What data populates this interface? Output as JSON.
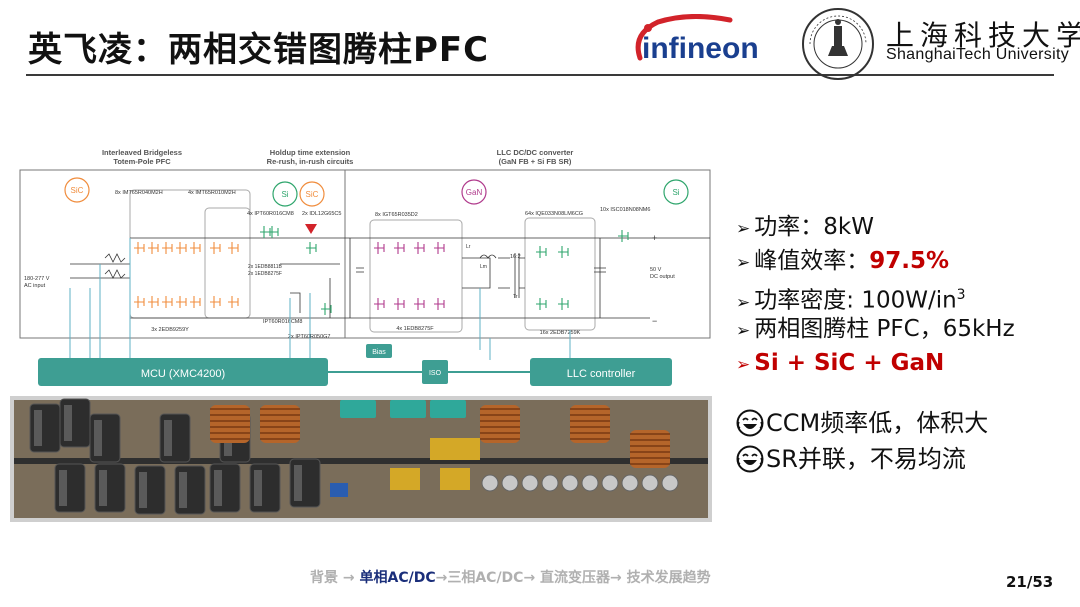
{
  "title": "英飞凌：两相交错图腾柱PFC",
  "header": {
    "infineon_logo_text": "infineon",
    "university_cn": "上海科技大学",
    "university_en": "ShanghaiTech University",
    "seal_name": "university-seal"
  },
  "bullets": [
    {
      "label": "功率：",
      "value": "8kW"
    },
    {
      "label": "峰值效率：",
      "value": "97.5%"
    },
    {
      "label": "功率密度: ",
      "value": "100W/in",
      "sup": "3"
    },
    {
      "label": "两相图腾柱 PFC，65kHz",
      "value": ""
    },
    {
      "label": "Si + SiC + GaN",
      "value": ""
    }
  ],
  "notes": [
    "CCM频率低，体积大",
    "SR并联，不易均流"
  ],
  "footer": {
    "prefix": "背景 → ",
    "current": "单相AC/DC",
    "suffix": "→三相AC/DC→ 直流变压器→ 技术发展趋势"
  },
  "page_number": "21/53",
  "colors": {
    "accent_red": "#c00000",
    "teal": "#3e9e93",
    "orange": "#f08c3c",
    "green": "#2ea56c",
    "magenta": "#b03a8c"
  },
  "figure": {
    "pfc_heading_1": "Interleaved Bridgeless",
    "pfc_heading_2": "Totem-Pole PFC",
    "holdup_heading_1": "Holdup time extension",
    "holdup_heading_2": "Re-rush, in-rush circuits",
    "llc_heading_1": "LLC DC/DC converter",
    "llc_heading_2": "(GaN FB + Si FB SR)",
    "badge_sic": "SiC",
    "badge_si": "Si",
    "badge_gan": "GaN",
    "lbl_8x": "8x IMT65R040M2H",
    "lbl_4x": "4x IMT65R010M2H",
    "lbl_ipt016": "4x IPT60R016CM8",
    "lbl_idl": "2x IDL12G65C5",
    "lbl_1edb811": "2x 1EDB8811B",
    "lbl_1edb8275_a": "2x 1EDB8275F",
    "lbl_ipt016_b": "IPT60R016CM8",
    "lbl_ipt050": "2x IPT60R050G7",
    "lbl_2edb": "3x 2EDB9259Y",
    "lbl_igt": "8x IGT65R035D2",
    "lbl_1edb8275_b": "4x 1EDB8275F",
    "lbl_iqe": "64x IQE033N08LM6CG",
    "lbl_isc": "10x ISC018N08NM6",
    "lbl_2edb7259": "16x 2EDB7259K",
    "lbl_ac_1": "180-277 V",
    "lbl_ac_2": "AC input",
    "lbl_dc_1": "50 V",
    "lbl_dc_2": "DC output",
    "lbl_ratio": "16:2",
    "lbl_lr": "Lr",
    "lbl_lm": "Lm",
    "lbl_tr": "Tr",
    "mcu": "MCU (XMC4200)",
    "iso": "ISO",
    "bias": "Bias",
    "llc_ctrl": "LLC controller",
    "plus": "+",
    "minus": "−"
  }
}
